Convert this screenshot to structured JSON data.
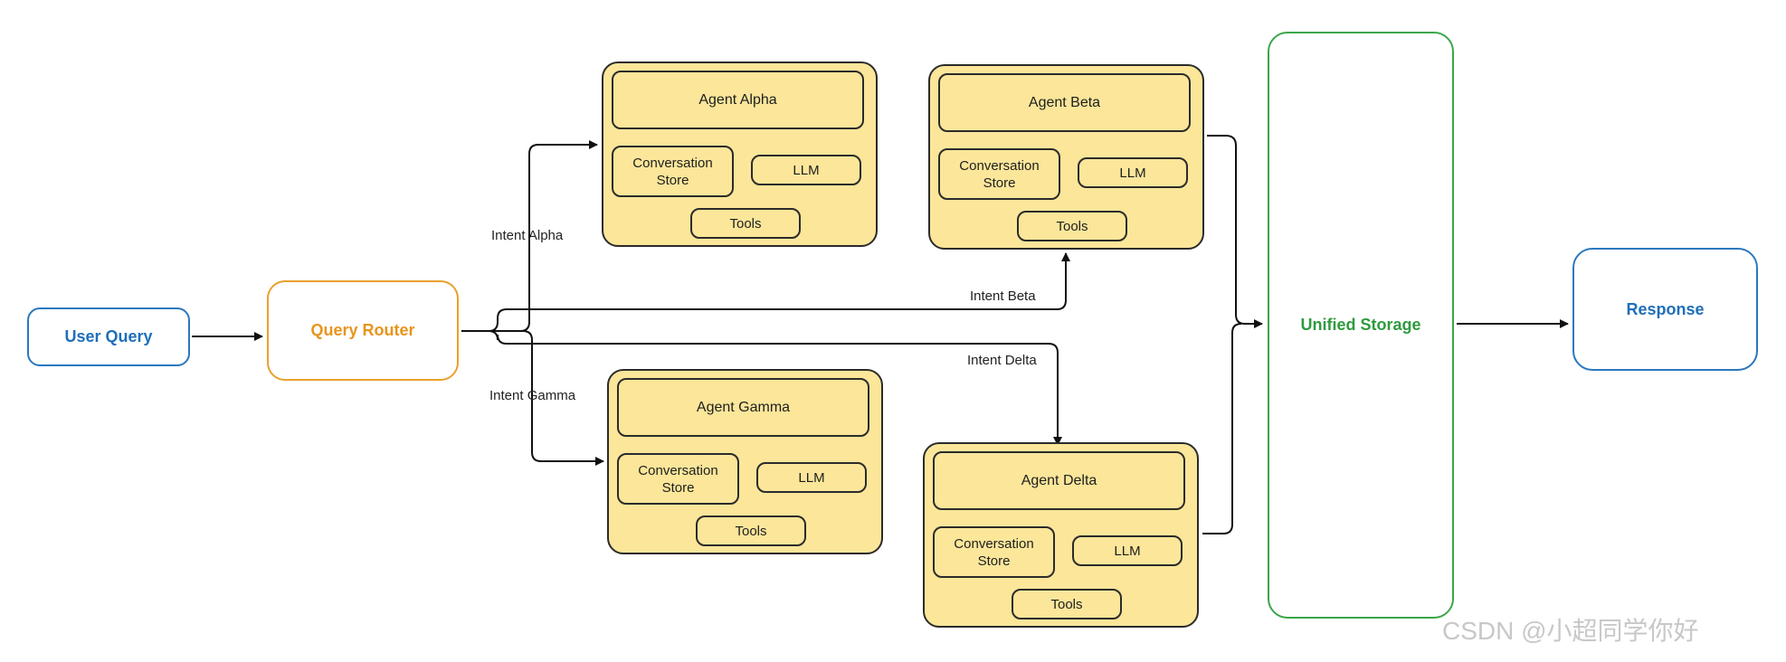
{
  "nodes": {
    "user_query": "User Query",
    "query_router": "Query Router",
    "unified_storage": "Unified Storage",
    "response": "Response"
  },
  "agents": [
    {
      "title": "Agent Alpha",
      "store": "Conversation Store",
      "llm": "LLM",
      "tools": "Tools"
    },
    {
      "title": "Agent Beta",
      "store": "Conversation Store",
      "llm": "LLM",
      "tools": "Tools"
    },
    {
      "title": "Agent Gamma",
      "store": "Conversation Store",
      "llm": "LLM",
      "tools": "Tools"
    },
    {
      "title": "Agent Delta",
      "store": "Conversation Store",
      "llm": "LLM",
      "tools": "Tools"
    }
  ],
  "edges": {
    "alpha": "Intent Alpha",
    "beta": "Intent Beta",
    "gamma": "Intent Gamma",
    "delta": "Intent Delta"
  },
  "watermark": "CSDN @小超同学你好",
  "colors": {
    "agent_fill": "#fbe69a",
    "user_query": "#2b78be",
    "query_router": "#e8a12c",
    "unified_storage": "#3aa64a",
    "response": "#2b78be"
  }
}
